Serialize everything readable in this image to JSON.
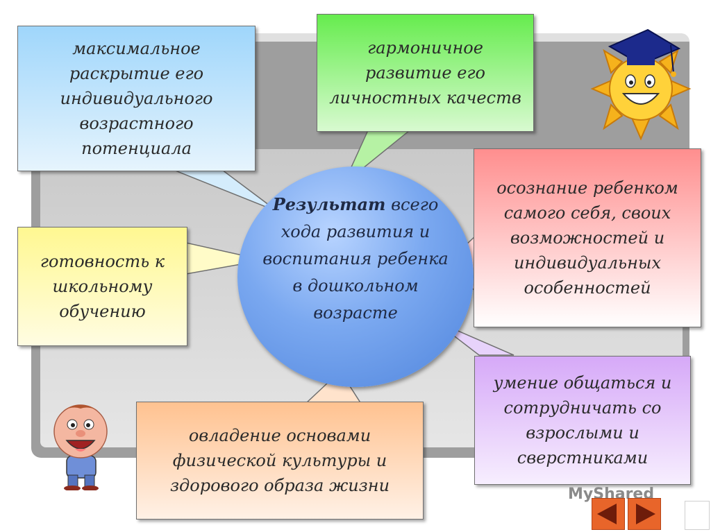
{
  "center": {
    "bold": "Результат",
    "rest": "всего хода развития и воспитания ребенка в дошкольном возрасте"
  },
  "boxes": {
    "top_left": "максимальное раскрытие его индивидуального возрастного потенциала",
    "top_center": "гармоничное развитие его личностных качеств",
    "right_top": "осознание ребенком самого себя, своих возможностей и индивидуальных особенностей",
    "left_middle": "готовность к школьному обучению",
    "right_bottom": "умение общаться и сотрудничать со взрослыми и сверстниками",
    "bottom_center": "овладение основами физической культуры и здорового образа жизни"
  },
  "watermark": "MyShared",
  "colors": {
    "top_left": "#bfe2fb",
    "top_center": "#9ff28a",
    "right_top": "#ffb3b3",
    "left_middle": "#fffbb0",
    "right_bottom": "#e0c3fa",
    "bottom_center": "#ffd3b0",
    "nav_button": "#e8652a"
  },
  "icons": [
    "sun-graduate-icon",
    "boy-cartoon-icon",
    "arrow-left-icon",
    "arrow-right-icon"
  ]
}
